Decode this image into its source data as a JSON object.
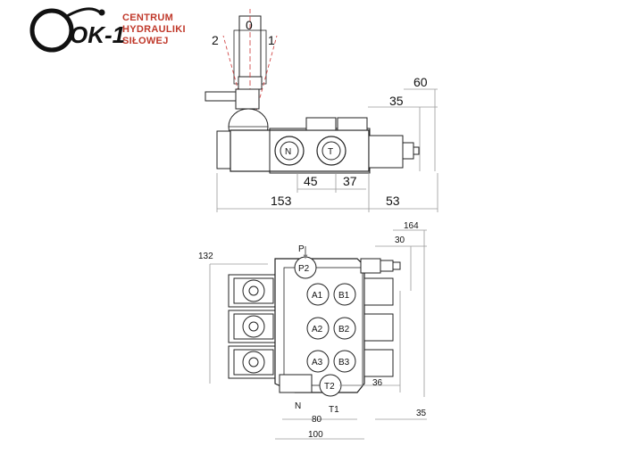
{
  "logo": {
    "mark": "OK-1",
    "lines": [
      "CENTRUM",
      "HYDRAULIKI",
      "SIŁOWEJ"
    ],
    "color": "#c0392b"
  },
  "top_view": {
    "lever_positions": [
      "2",
      "0",
      "1"
    ],
    "port_labels": [
      "N",
      "T"
    ],
    "dimensions": [
      "60",
      "35",
      "45",
      "37",
      "153",
      "53"
    ]
  },
  "bottom_view": {
    "port_labels": [
      "P2",
      "P",
      "A1",
      "B1",
      "A2",
      "B2",
      "A3",
      "B3",
      "T2",
      "N",
      "T1"
    ],
    "dimensions": [
      "164",
      "30",
      "132",
      "36",
      "35",
      "80",
      "100"
    ]
  },
  "colors": {
    "line": "#222222",
    "dim_line": "#9a9a9a",
    "guide": "#d24a4a"
  }
}
